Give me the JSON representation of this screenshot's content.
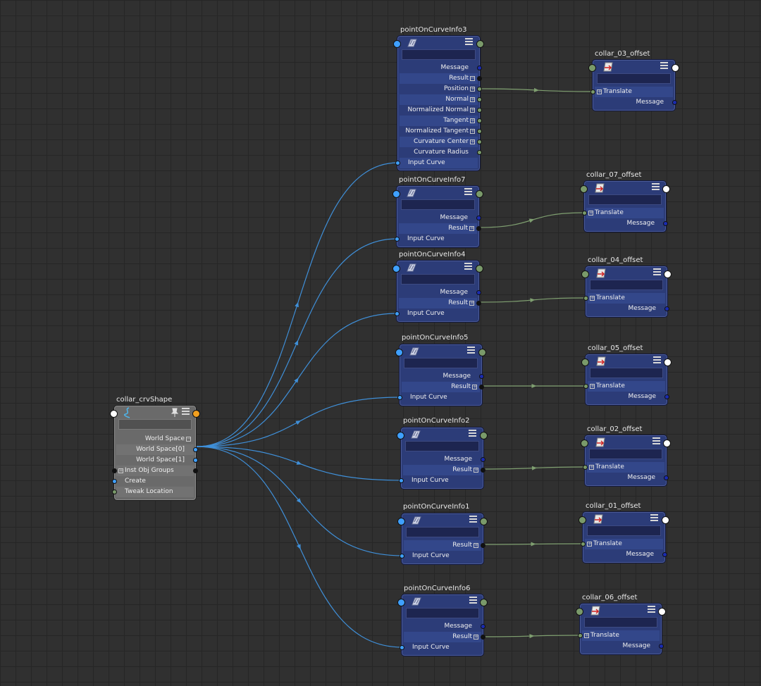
{
  "colors": {
    "grid_bg": "#303030",
    "node_blue": "#2c3c78",
    "node_gray": "#6a6a6a",
    "plug_blue": "#3fa0ff",
    "plug_green": "#7a9a6a",
    "plug_darkblue": "#1a2bb0",
    "plug_orange": "#f2a020",
    "wire_blue": "#3f8fd8",
    "wire_green": "#7f9f70"
  },
  "icons": {
    "curve_shape": "curve-icon",
    "point_on_curve": "point-on-curve-icon",
    "offset": "transform-offset-icon",
    "pin": "pin-icon",
    "list": "attribute-list-icon"
  },
  "source_node": {
    "title": "collar_crvShape",
    "attrs": {
      "world_space": "World Space",
      "world_space_0": "World Space[0]",
      "world_space_1": "World Space[1]",
      "inst_obj_groups": "Inst Obj Groups",
      "create": "Create",
      "tweak_location": "Tweak Location"
    }
  },
  "poci_main": {
    "title": "pointOnCurveInfo3",
    "attrs": {
      "message": "Message",
      "result": "Result",
      "position": "Position",
      "normal": "Normal",
      "normalized_normal": "Normalized Normal",
      "tangent": "Tangent",
      "normalized_tangent": "Normalized Tangent",
      "curvature_center": "Curvature Center",
      "curvature_radius": "Curvature Radius",
      "input_curve": "Input Curve"
    }
  },
  "poci_nodes": [
    {
      "title": "pointOnCurveInfo7",
      "message": "Message",
      "result": "Result",
      "input_curve": "Input Curve"
    },
    {
      "title": "pointOnCurveInfo4",
      "message": "Message",
      "result": "Result",
      "input_curve": "Input Curve"
    },
    {
      "title": "pointOnCurveInfo5",
      "message": "Message",
      "result": "Result",
      "input_curve": "Input Curve"
    },
    {
      "title": "pointOnCurveInfo2",
      "message": "Message",
      "result": "Result",
      "input_curve": "Input Curve"
    },
    {
      "title": "pointOnCurveInfo1",
      "message": "",
      "result": "Result",
      "input_curve": "Input Curve"
    },
    {
      "title": "pointOnCurveInfo6",
      "message": "Message",
      "result": "Result",
      "input_curve": "Input Curve"
    }
  ],
  "offset_nodes": [
    {
      "title": "collar_03_offset",
      "translate": "Translate",
      "message": "Message"
    },
    {
      "title": "collar_07_offset",
      "translate": "Translate",
      "message": "Message"
    },
    {
      "title": "collar_04_offset",
      "translate": "Translate",
      "message": "Message"
    },
    {
      "title": "collar_05_offset",
      "translate": "Translate",
      "message": "Message"
    },
    {
      "title": "collar_02_offset",
      "translate": "Translate",
      "message": "Message"
    },
    {
      "title": "collar_01_offset",
      "translate": "Translate",
      "message": "Message"
    },
    {
      "title": "collar_06_offset",
      "translate": "Translate",
      "message": "Message"
    }
  ]
}
